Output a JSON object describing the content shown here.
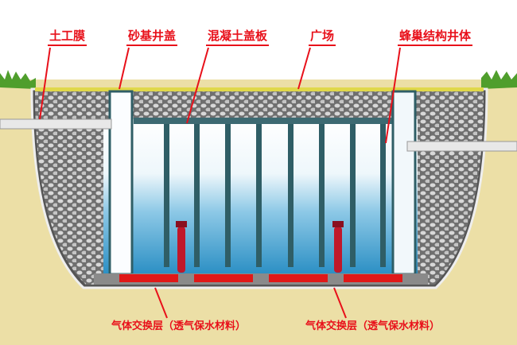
{
  "labels": {
    "geomembrane": "土工膜",
    "sand_manhole_cover": "砂基井盖",
    "concrete_cover_plate": "混凝土盖板",
    "plaza": "广场",
    "honeycomb_well_body": "蜂巢结构井体",
    "gas_exchange_left": "气体交换层（透气保水材料）",
    "gas_exchange_right": "气体交换层（透气保水材料）"
  },
  "colors": {
    "label": "#e8101a",
    "soil": "#ecdfa6",
    "water": "#3a9ccc",
    "column": "#2f5e66",
    "gravel": "#8e8e8e"
  }
}
